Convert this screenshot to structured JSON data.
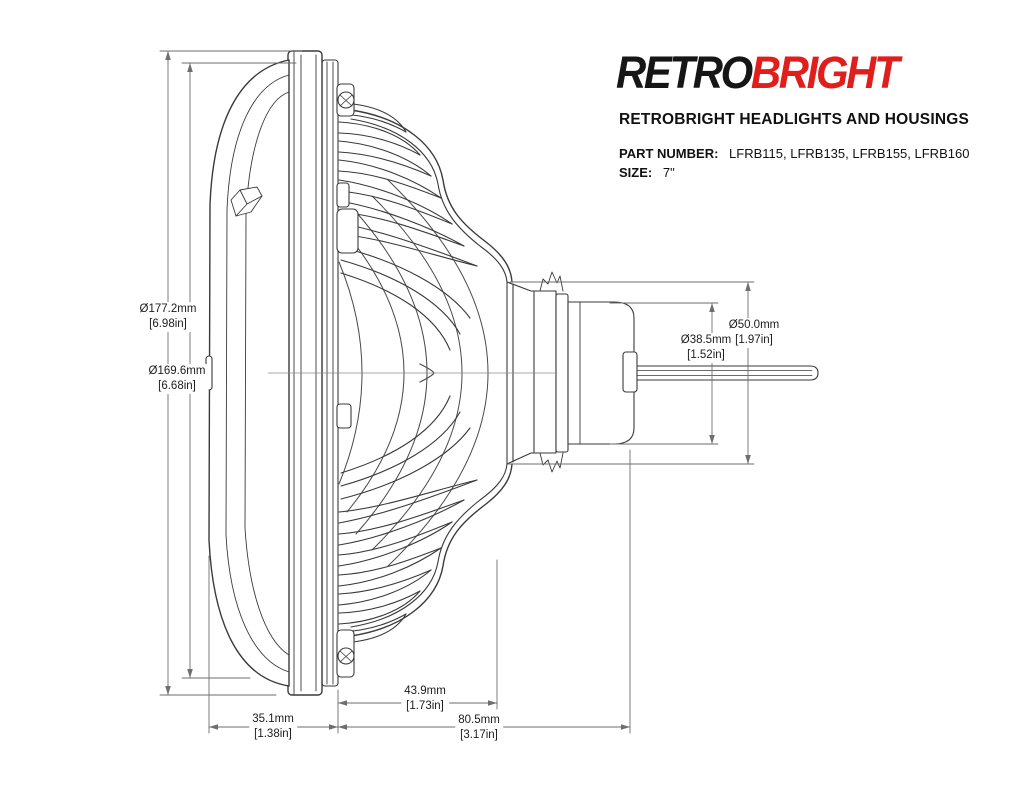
{
  "header": {
    "logo": {
      "retro": "RETRO",
      "bright": "BRIGHT",
      "retro_color": "#161616",
      "bright_color": "#e01f1d"
    },
    "title": "RETROBRIGHT HEADLIGHTS AND HOUSINGS",
    "part_number_label": "PART NUMBER:",
    "part_number_value": "LFRB115, LFRB135, LFRB155, LFRB160",
    "size_label": "SIZE:",
    "size_value": "7\""
  },
  "drawing": {
    "description": "Side view technical drawing of 7 inch headlight with lens, mounting flange, wavy finned heatsink, rear barrel, connector cap and wire pigtail",
    "line_color": "#3a3a3a",
    "dimension_line_color": "#6e6e6e",
    "dimensions": {
      "lens_outer": {
        "mm": "Ø177.2mm",
        "in": "[6.98in]"
      },
      "lens_glass": {
        "mm": "Ø169.6mm",
        "in": "[6.68in]"
      },
      "rear_barrel": {
        "mm": "Ø50.0mm",
        "in": "[1.97in]"
      },
      "rear_cap": {
        "mm": "Ø38.5mm",
        "in": "[1.52in]"
      },
      "lens_depth": {
        "mm": "35.1mm",
        "in": "[1.38in]"
      },
      "heatsink_depth": {
        "mm": "43.9mm",
        "in": "[1.73in]"
      },
      "total_rear_depth": {
        "mm": "80.5mm",
        "in": "[3.17in]"
      }
    }
  }
}
